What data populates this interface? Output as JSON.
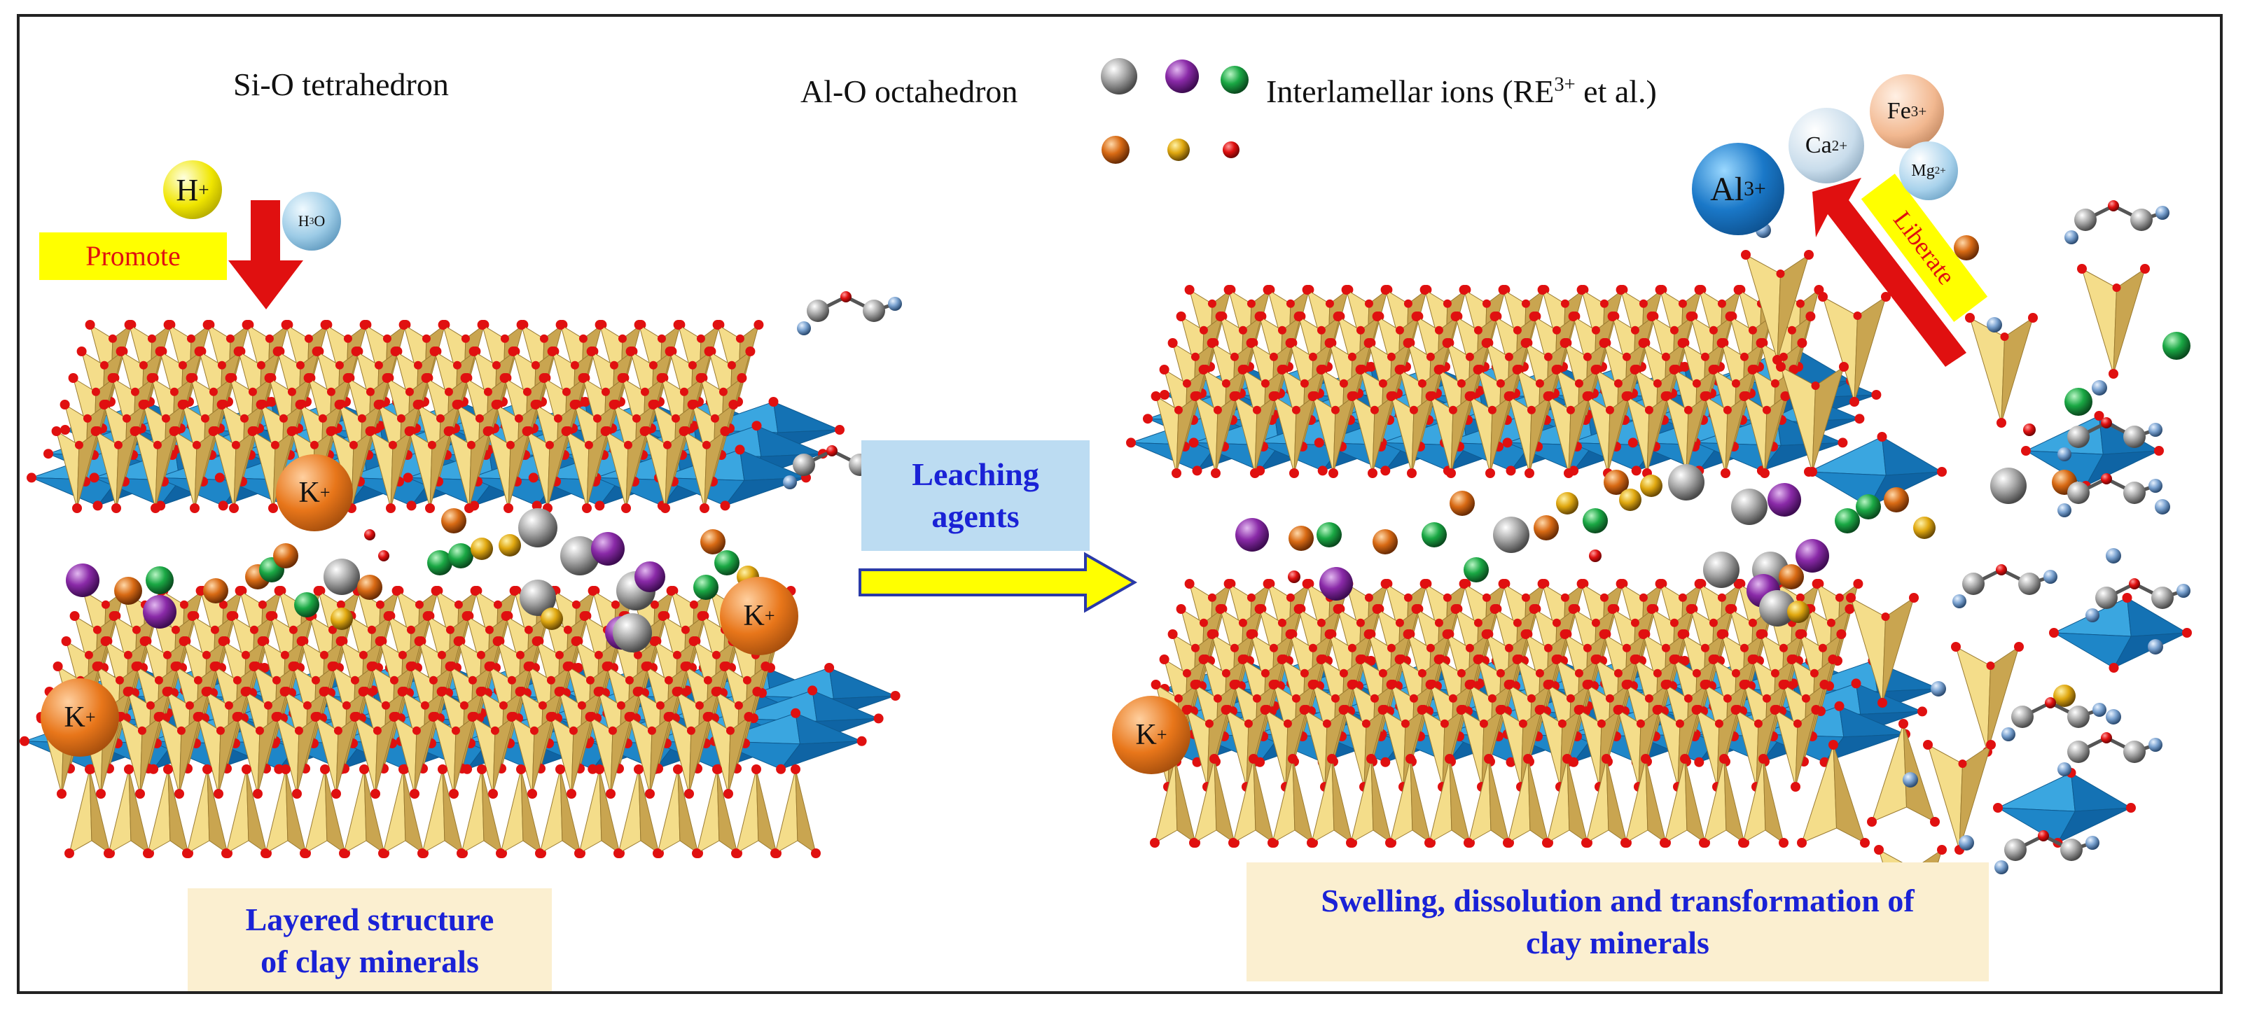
{
  "legend": {
    "tetrahedron_label": "Si-O tetrahedron",
    "octahedron_label": "Al-O octahedron",
    "ions_label": "Interlamellar  ions (RE",
    "ions_label_sup": "3+",
    "ions_label_end": " et al.)"
  },
  "left": {
    "h_ion": "H",
    "h_ion_sup": "+",
    "water": "H",
    "water_sub": "3",
    "water_end": "O",
    "promote_label": "Promote",
    "k_ion": "K",
    "k_ion_sup": "+",
    "caption_line1": "Layered  structure",
    "caption_line2": "of clay minerals"
  },
  "middle": {
    "leaching_line1": "Leaching",
    "leaching_line2": "agents"
  },
  "right": {
    "al_ion": "Al",
    "al_ion_sup": "3+",
    "ca_ion": "Ca",
    "ca_ion_sup": "2+",
    "fe_ion": "Fe",
    "fe_ion_sup": "3+",
    "mg_ion": "Mg",
    "mg_ion_sup": "2+",
    "liberate_label": "Liberate",
    "k_ion": "K",
    "k_ion_sup": "+",
    "caption_line1": "Swelling, dissolution and transformation  of",
    "caption_line2": "clay minerals"
  },
  "colors": {
    "tetra_light": "#f4dd8a",
    "tetra_dark": "#c9a550",
    "octa_light": "#3aa6e0",
    "octa_dark": "#1472b4",
    "oxygen": "#e01010",
    "promote_bg": "#ffff00",
    "promote_text": "#e01010",
    "arrow_red": "#e01010",
    "arrow_yellow": "#ffff00",
    "leaching_bg": "#bcdcf2",
    "caption_bg": "#fbefd0",
    "caption_text": "#1a22d6",
    "k_ion": "#e8761a"
  }
}
